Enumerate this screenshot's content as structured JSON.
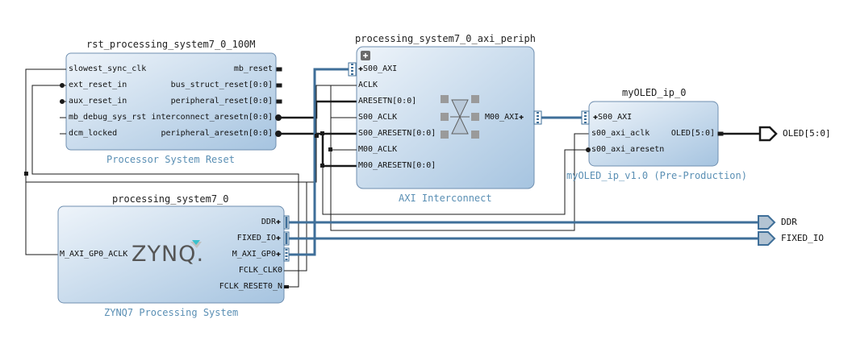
{
  "blocks": {
    "rst": {
      "title": "rst_processing_system7_0_100M",
      "subtitle": "Processor System Reset",
      "left_ports": [
        "slowest_sync_clk",
        "ext_reset_in",
        "aux_reset_in",
        "mb_debug_sys_rst",
        "dcm_locked"
      ],
      "right_ports": [
        "mb_reset",
        "bus_struct_reset[0:0]",
        "peripheral_reset[0:0]",
        "interconnect_aresetn[0:0]",
        "peripheral_aresetn[0:0]"
      ]
    },
    "axi": {
      "title": "processing_system7_0_axi_periph",
      "subtitle": "AXI Interconnect",
      "left_ports": [
        "S00_AXI",
        "ACLK",
        "ARESETN[0:0]",
        "S00_ACLK",
        "S00_ARESETN[0:0]",
        "M00_ACLK",
        "M00_ARESETN[0:0]"
      ],
      "right_ports": [
        "M00_AXI"
      ],
      "expand_icon": "+"
    },
    "oled": {
      "title": "myOLED_ip_0",
      "subtitle": "myOLED_ip_v1.0 (Pre-Production)",
      "left_ports": [
        "S00_AXI",
        "s00_axi_aclk",
        "s00_axi_aresetn"
      ],
      "right_ports": [
        "OLED[5:0]"
      ]
    },
    "ps7": {
      "title": "processing_system7_0",
      "subtitle": "ZYNQ7 Processing System",
      "logo_text": "ZYNQ.",
      "left_ports": [
        "M_AXI_GP0_ACLK"
      ],
      "right_ports": [
        "DDR",
        "FIXED_IO",
        "M_AXI_GP0",
        "FCLK_CLK0",
        "FCLK_RESET0_N"
      ]
    }
  },
  "external_ports": [
    "OLED[5:0]",
    "DDR",
    "FIXED_IO"
  ],
  "colors": {
    "block_fill_light": "#e8f0f8",
    "block_fill_dark": "#a9c7e3",
    "block_border": "#6f8fb0",
    "bus_wire": "#3f6f99",
    "net_wire": "#1a1a1a",
    "subtitle": "#5a8fb4"
  }
}
